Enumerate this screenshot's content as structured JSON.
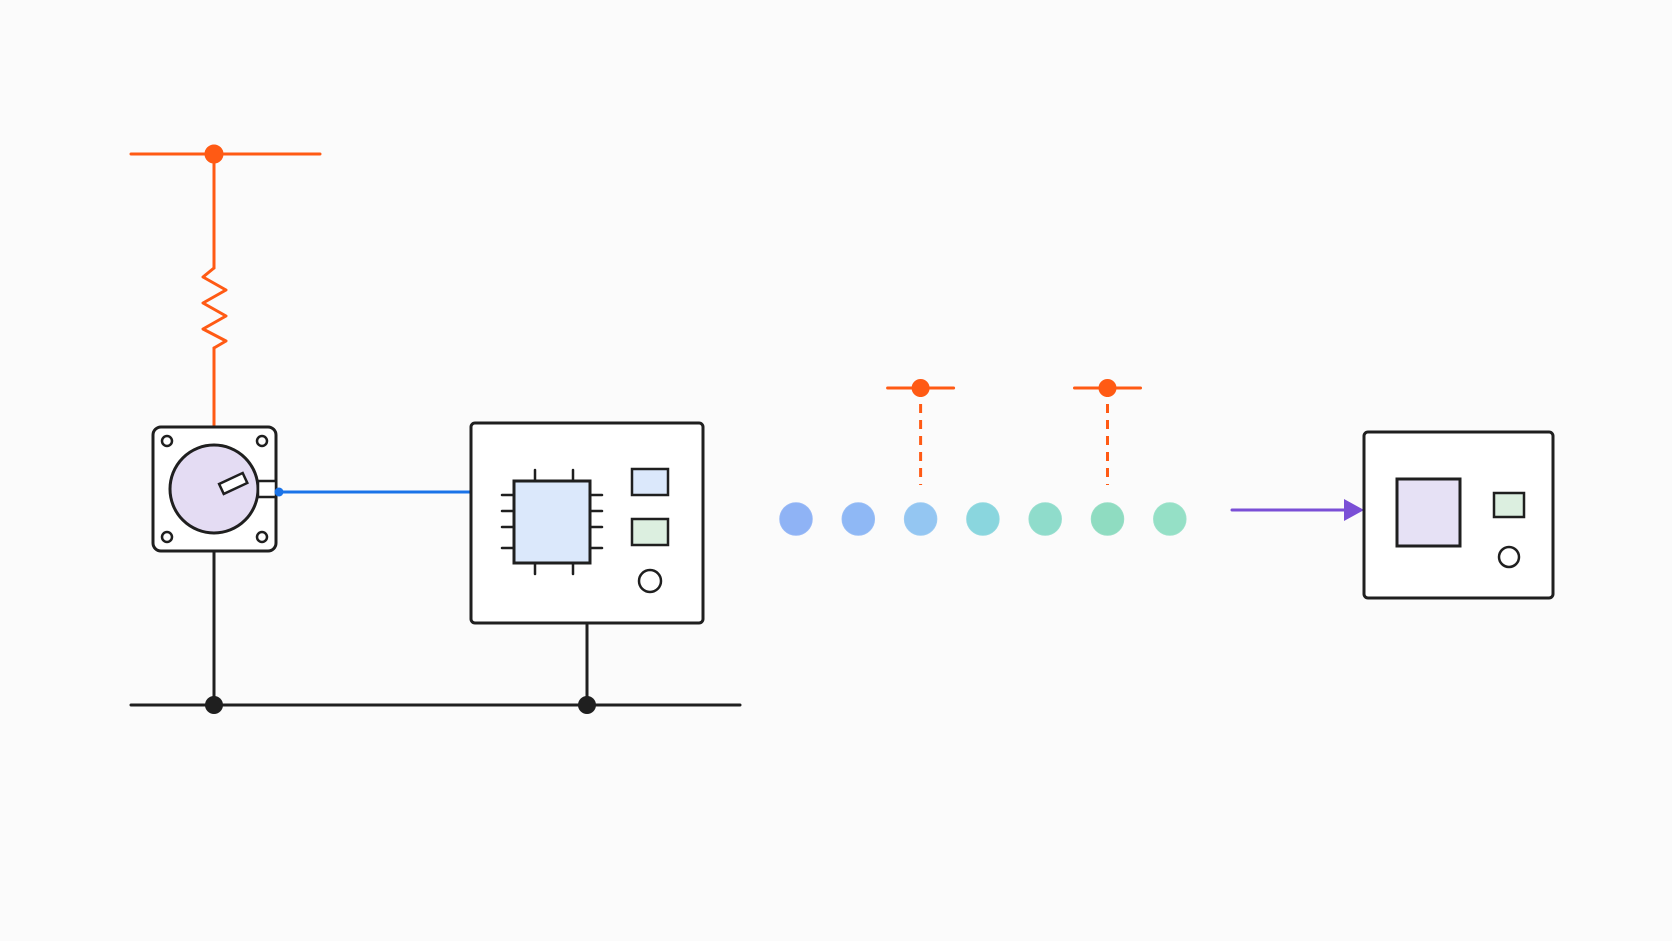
{
  "colors": {
    "background": "#fbfbfb",
    "power": "#ff5a14",
    "ground": "#1f1f1f",
    "signal": "#1a73e8",
    "output": "#7a4fd6",
    "outline": "#1f1f1f",
    "encoder_fill": "#e4dcf3",
    "chip_fill": "#dbe8fb",
    "pad_blue_fill": "#dbe8fb",
    "pad_green_fill": "#dcefe0",
    "module_fill": "#e6e1f5",
    "dot_colors": [
      "#8fb3f5",
      "#8fb8f5",
      "#94c6f2",
      "#8ad6de",
      "#8fdccb",
      "#8fdcc1",
      "#95e0c6"
    ]
  },
  "icons": {
    "resistor": "resistor-zigzag-icon",
    "encoder": "rotary-encoder-icon",
    "chip": "microcontroller-chip-icon",
    "arrow": "arrow-right-icon"
  },
  "data_stream": {
    "dot_count": 7,
    "tapped_dot_indexes": [
      2,
      5
    ]
  }
}
